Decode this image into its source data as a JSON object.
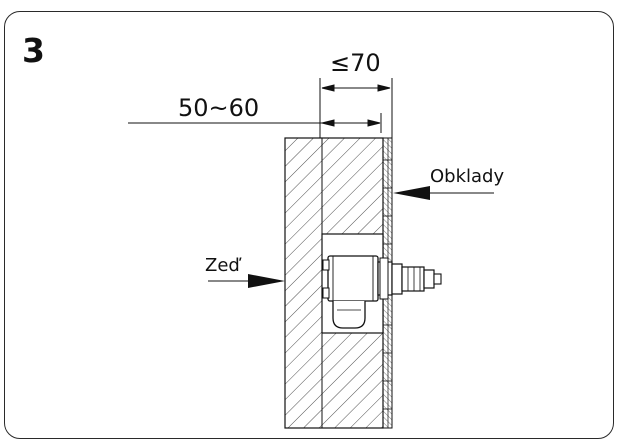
{
  "step": {
    "number": "3"
  },
  "labels": {
    "max_depth": "≤70",
    "depth_range": "50~60",
    "tiles": "Obklady",
    "wall": "Zeď"
  },
  "colors": {
    "line": "#111111",
    "frame": "#2a2a2a",
    "background": "#ffffff"
  }
}
